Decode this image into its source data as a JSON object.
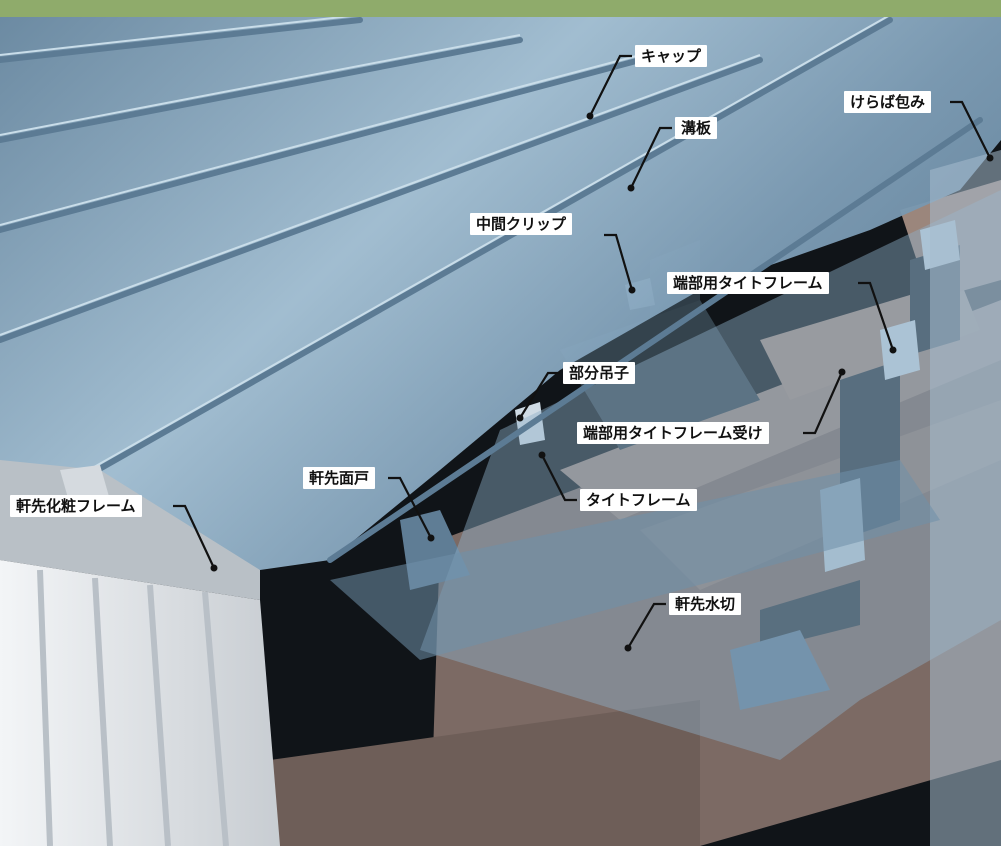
{
  "diagram": {
    "colors": {
      "top_band": "#8fab6b",
      "roof_panel": "#7d9cb5",
      "roof_highlight": "#b6d3e6",
      "rib": "#5c7b94",
      "timber": "#8b766d",
      "wall": "#e9ecef",
      "background": "#101418"
    },
    "callouts": {
      "cap": "キャップ",
      "gutter_plate": "溝板",
      "gable_cover": "けらば包み",
      "intermediate_clip": "中間クリップ",
      "end_tight_frame": "端部用タイトフレーム",
      "partial_hanger": "部分吊子",
      "end_tight_frame_receiver": "端部用タイトフレーム受け",
      "eaves_face_closure": "軒先面戸",
      "tight_frame": "タイトフレーム",
      "eaves_decorative_frame": "軒先化粧フレーム",
      "eaves_flashing": "軒先水切"
    }
  }
}
